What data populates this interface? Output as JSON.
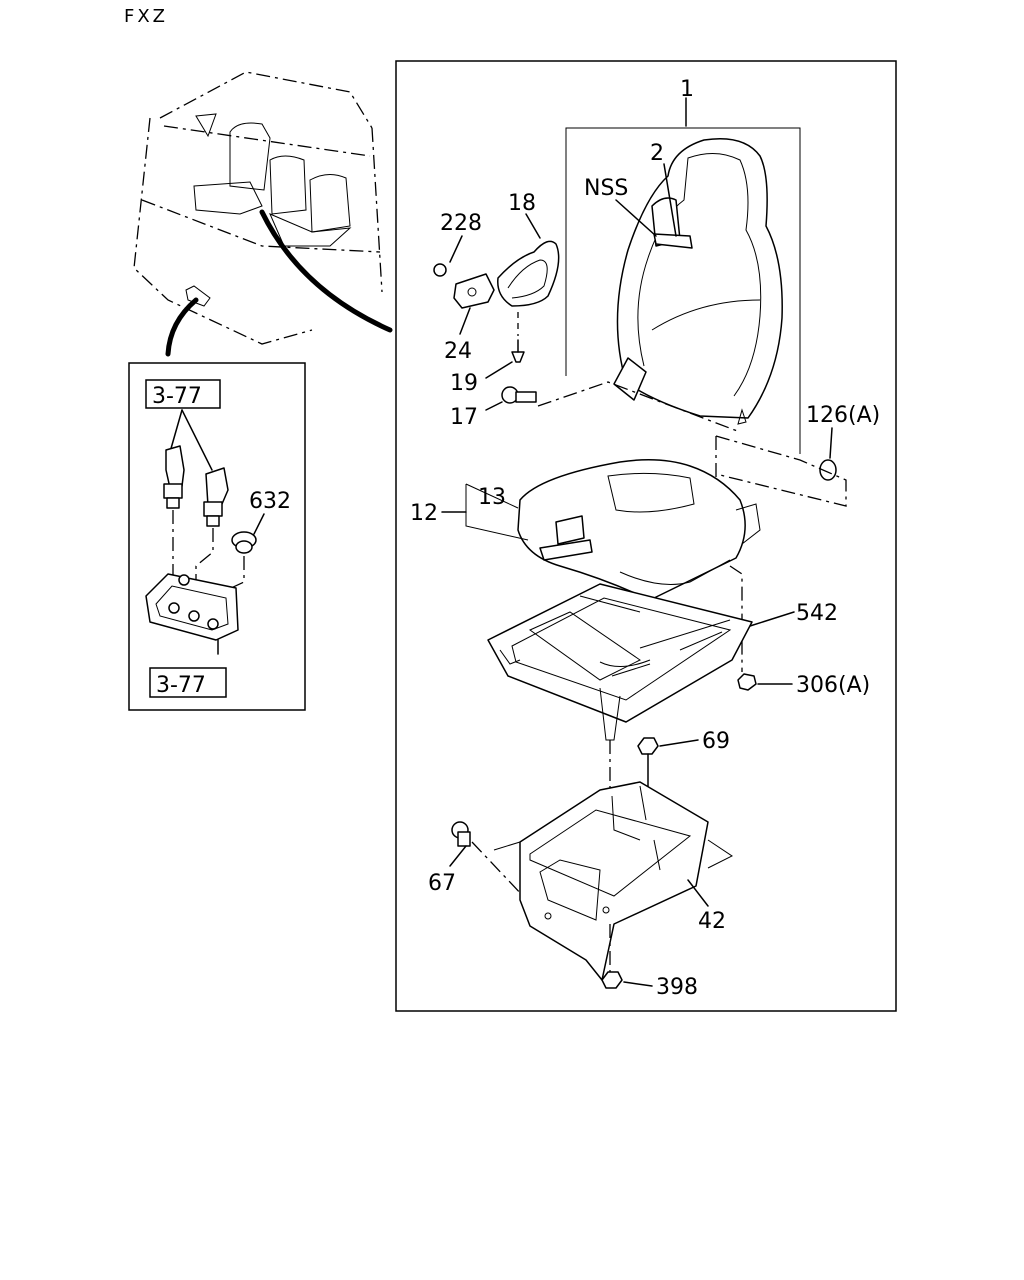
{
  "header": {
    "model_code": "FXZ"
  },
  "main_box": {
    "labels": {
      "p1": "1",
      "p2": "2",
      "nss": "NSS",
      "p18": "18",
      "p228": "228",
      "p24": "24",
      "p19": "19",
      "p17": "17",
      "p126a": "126(A)",
      "p13": "13",
      "p12": "12",
      "p542": "542",
      "p306a": "306(A)",
      "p69": "69",
      "p67": "67",
      "p42": "42",
      "p398": "398"
    }
  },
  "inset_box": {
    "labels": {
      "ref_top": "3-77",
      "p632": "632",
      "ref_bottom": "3-77"
    }
  }
}
